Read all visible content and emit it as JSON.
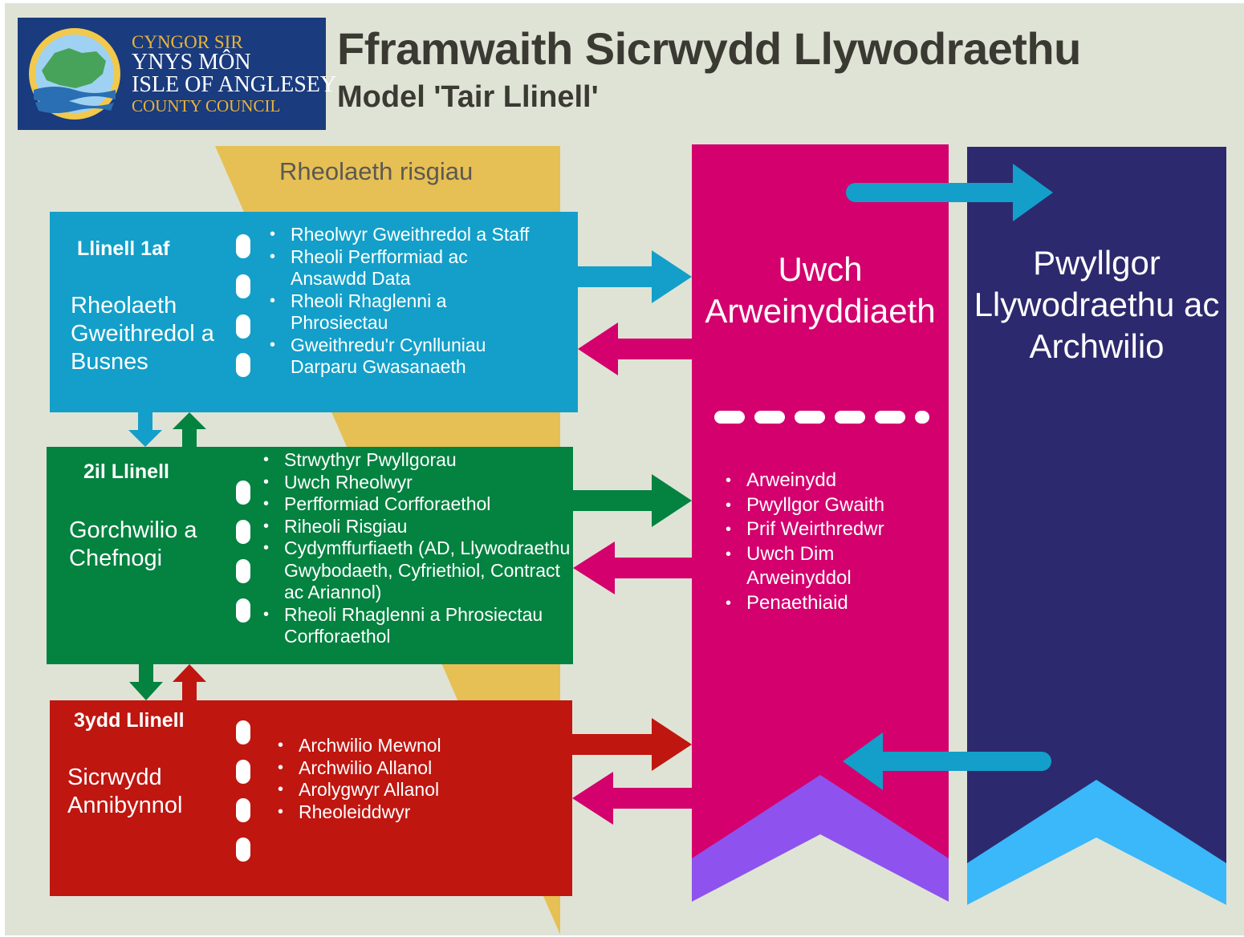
{
  "colors": {
    "background": "#dfe3d5",
    "line1": "#139fc9",
    "line2": "#038240",
    "line3": "#bf1610",
    "senior": "#d3006d",
    "committee": "#2d296e",
    "risk_band": "#e6bf55"
  },
  "logo": {
    "line1": "CYNGOR SIR",
    "line2": "YNYS MÔN",
    "line3": "ISLE OF ANGLESEY",
    "line4": "COUNTY COUNCIL"
  },
  "header": {
    "title": "Fframwaith Sicrwydd Llywodraethu",
    "subtitle": "Model 'Tair Llinell'"
  },
  "risk_band": {
    "label": "Rheolaeth risgiau"
  },
  "lines": [
    {
      "heading": "Llinell 1af",
      "name": "Rheolaeth Gweithredol a Busnes",
      "items": [
        "Rheolwyr Gweithredol a Staff",
        "Rheoli Perfformiad ac Ansawdd Data",
        "Rheoli Rhaglenni a Phrosiectau",
        "Gweithredu'r Cynlluniau Darparu Gwasanaeth"
      ]
    },
    {
      "heading": "2il Llinell",
      "name": "Gorchwilio a Chefnogi",
      "items": [
        "Strwythyr Pwyllgorau",
        "Uwch Rheolwyr",
        "Perfformiad Corfforaethol",
        "Riheoli Risgiau",
        "Cydymffurfiaeth (AD, Llywodraethu Gwybodaeth, Cyfriethiol, Contract ac Ariannol)",
        "Rheoli Rhaglenni a Phrosiectau Corfforaethol"
      ]
    },
    {
      "heading": "3ydd Llinell",
      "name": "Sicrwydd Annibynnol",
      "items": [
        "Archwilio Mewnol",
        "Archwilio Allanol",
        "Arolygwyr Allanol",
        "Rheoleiddwyr"
      ]
    }
  ],
  "senior": {
    "title": "Uwch Arweinyddiaeth",
    "items": [
      "Arweinydd",
      "Pwyllgor Gwaith",
      "Prif Weirthredwr",
      "Uwch Dim Arweinyddol",
      "Penaethiaid"
    ]
  },
  "committee": {
    "title": "Pwyllgor Llywodraethu ac Archwilio"
  }
}
